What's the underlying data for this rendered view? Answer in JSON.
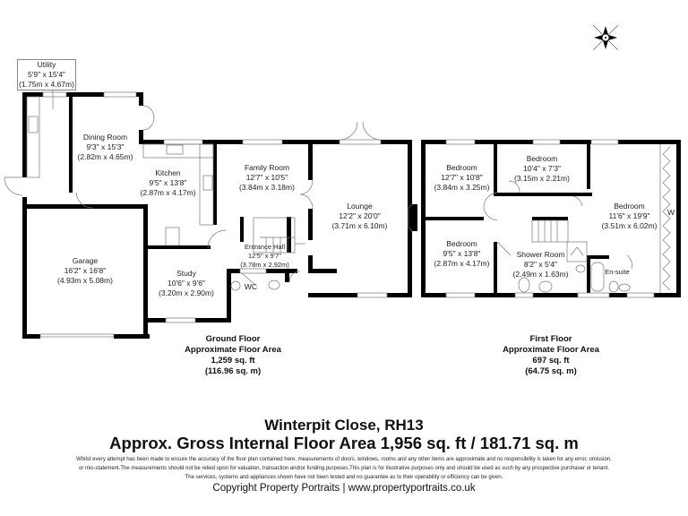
{
  "compass": {
    "icon": "compass-rose-icon",
    "points": [
      "N",
      "E",
      "S",
      "W"
    ]
  },
  "ground_floor": {
    "rooms": [
      {
        "name": "Utility",
        "imperial": "5'9\" x 15'4\"",
        "metric": "(1.75m x 4.67m)"
      },
      {
        "name": "Dining Room",
        "imperial": "9'3\" x 15'3\"",
        "metric": "(2.82m x 4.65m)"
      },
      {
        "name": "Kitchen",
        "imperial": "9'5\" x 13'8\"",
        "metric": "(2.87m x 4.17m)"
      },
      {
        "name": "Family Room",
        "imperial": "12'7\" x 10'5\"",
        "metric": "(3.84m x 3.18m)"
      },
      {
        "name": "Lounge",
        "imperial": "12'2\" x 20'0\"",
        "metric": "(3.71m x 6.10m)"
      },
      {
        "name": "Garage",
        "imperial": "16'2\" x 16'8\"",
        "metric": "(4.93m x 5.08m)"
      },
      {
        "name": "Entrance Hall",
        "imperial": "12'5\" x 9'7\"",
        "metric": "(3.78m x 2.92m)"
      },
      {
        "name": "Study",
        "imperial": "10'6\" x 9'6\"",
        "metric": "(3.20m x 2.90m)"
      },
      {
        "name": "WC",
        "imperial": "",
        "metric": ""
      }
    ],
    "area": {
      "floor": "Ground Floor",
      "label": "Approximate Floor Area",
      "sqft": "1,259 sq. ft",
      "sqm": "(116.96 sq. m)"
    }
  },
  "first_floor": {
    "rooms": [
      {
        "name": "Bedroom",
        "imperial": "12'7\" x 10'8\"",
        "metric": "(3.84m x 3.25m)"
      },
      {
        "name": "Bedroom",
        "imperial": "10'4\" x 7'3\"",
        "metric": "(3.15m x 2.21m)"
      },
      {
        "name": "Bedroom",
        "imperial": "11'6\" x 19'9\"",
        "metric": "(3.51m x 6.02m)"
      },
      {
        "name": "Bedroom",
        "imperial": "9'5\" x 13'8\"",
        "metric": "(2.87m x 4.17m)"
      },
      {
        "name": "Shower Room",
        "imperial": "8'2\" x 5'4\"",
        "metric": "(2.49m x 1.63m)"
      },
      {
        "name": "En-suite",
        "imperial": "",
        "metric": ""
      }
    ],
    "wardrobe_label": "W",
    "area": {
      "floor": "First Floor",
      "label": "Approximate Floor Area",
      "sqft": "697 sq. ft",
      "sqm": "(64.75 sq. m)"
    }
  },
  "footer": {
    "address": "Winterpit Close, RH13",
    "gross_area": "Approx. Gross Internal Floor Area 1,956 sq. ft / 181.71 sq. m",
    "disclaimer": [
      "Whilst every attempt has been made to ensure the accuracy of the floor plan contained here, measurements of doors, windows, rooms and any other items are approximate and no responsibility is taken for any error, omission,",
      "or mis-statement.The measurements should not be relied upon for valuation, transaction and/or funding purposes.This plan is for illustrative purposes only and should be used as such by any prospective purchaser or tenant.",
      "The services, systems and appliances shown have not been tested and no guarantee as to their operability or efficiency can be given."
    ],
    "copyright": "Copyright Property Portraits | www.propertyportraits.co.uk"
  },
  "colors": {
    "wall": "#000000",
    "thin_line": "#777777",
    "background": "#ffffff"
  }
}
